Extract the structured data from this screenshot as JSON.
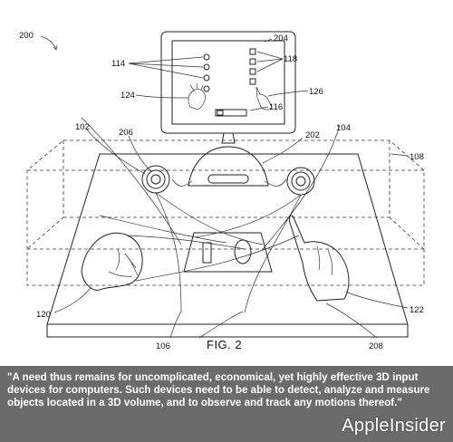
{
  "figure": {
    "ref_labels": {
      "r200": "200",
      "r204": "204",
      "r114": "114",
      "r118": "118",
      "r124": "124",
      "r126": "126",
      "r116": "116",
      "r102": "102",
      "r206": "206",
      "r202": "202",
      "r104": "104",
      "r108": "108",
      "r120": "120",
      "r122": "122",
      "r106": "106",
      "r208": "208"
    },
    "caption_fig": "FIG. 2"
  },
  "caption_band": {
    "quote": "\"A need thus remains for uncomplicated, economical, yet highly effective 3D input devices for computers. Such devices need to be able to detect, analyze and measure objects located in a 3D volume, and to observe and track any motions thereof.\"",
    "brand": "AppleInsider"
  }
}
